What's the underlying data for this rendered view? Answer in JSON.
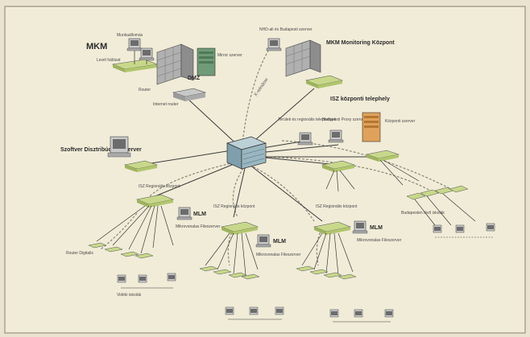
{
  "background": {
    "paper": "#e9e3cf",
    "border": "#9a9380",
    "link": "#3b3b3b",
    "dashed_link": "#8a8778",
    "switch": "#c8d88a",
    "server": "#8f8f8f",
    "firewall": "#b0b0b0",
    "server_green": "#6f9b78",
    "server_orange": "#e0a25a"
  },
  "labels": {
    "mkm": "MKM",
    "mkm_sub": "Munkaállomás",
    "mkm_hub": "Levél hálózat",
    "mkm_router": "Router",
    "dmz": "DMZ",
    "mirror": "Mirror szerver",
    "internet_router": "Internet router",
    "monitoring_title": "MKM Monitoring Központ",
    "monitoring_sub": "NHD-ali és Budapesti szerver",
    "x_window": "X-window",
    "isz_central": "ISZ központi telephely",
    "central_server": "Központi szerver",
    "proxy": "Budapesti Proxy szerver",
    "regional_center_proxy": "Területi és regionális telephelyek",
    "distribution_server": "Szoftver Disztribúciós Szerver",
    "regional_center": "ISZ Regionális központ",
    "mlm": "MLM",
    "budapest_schools": "Budapesten lévő iskolák",
    "rural_schools": "Vidéki iskolák",
    "router_ok": "Router Digitalis",
    "sub_servers": "Mikrovonalas Fileszerver"
  }
}
